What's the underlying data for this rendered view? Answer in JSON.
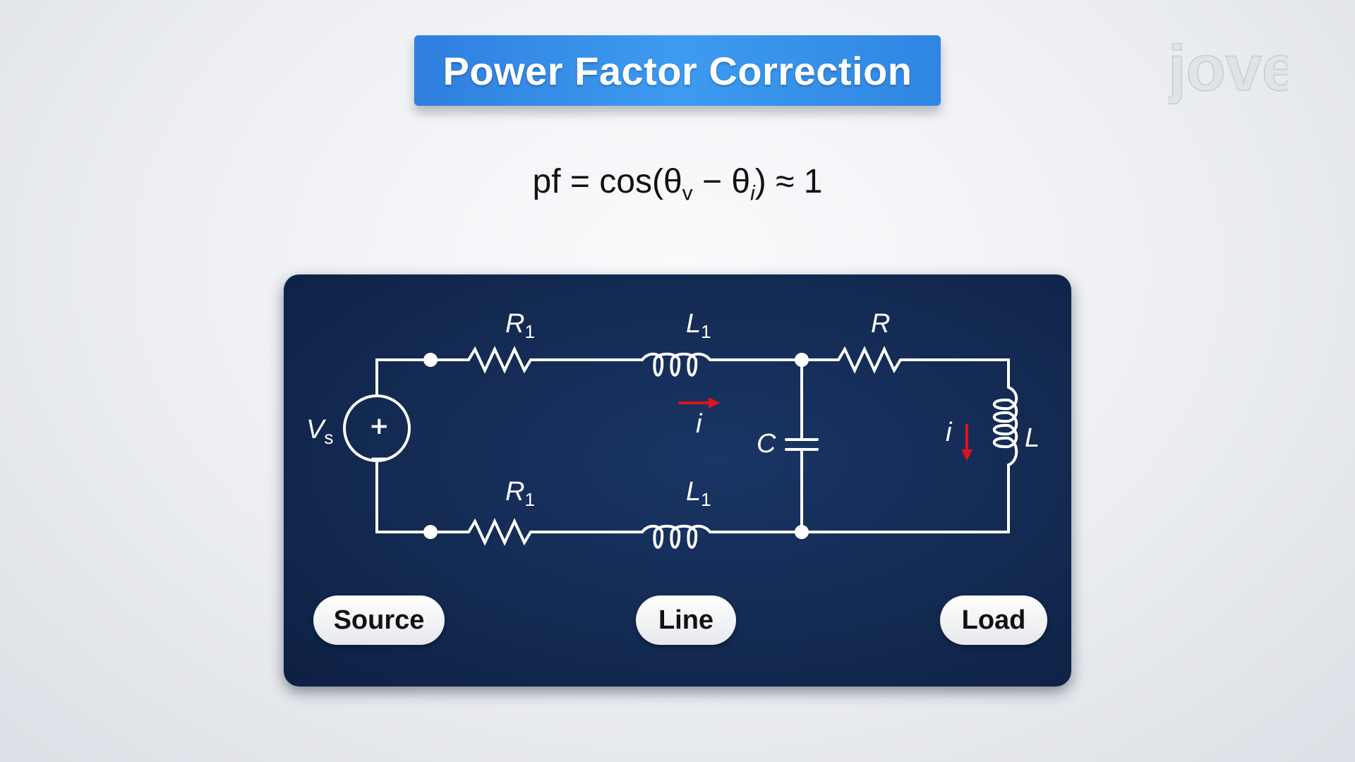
{
  "title": "Power Factor Correction",
  "logo": "jove",
  "formula": {
    "lhs": "pf = cos(",
    "theta": "θ",
    "sub_v": "v",
    "minus": " − ",
    "sub_i": "i",
    "rhs": ") ≈ 1"
  },
  "circuit": {
    "source_label": "V",
    "source_sub": "s",
    "plus": "+",
    "minus": "−",
    "r1_top": "R",
    "r1_top_sub": "1",
    "l1_top": "L",
    "l1_top_sub": "1",
    "r1_bottom": "R",
    "r1_bottom_sub": "1",
    "l1_bottom": "L",
    "l1_bottom_sub": "1",
    "r_load": "R",
    "capacitor": "C",
    "inductor_load": "L",
    "current_line": "i",
    "current_load": "i",
    "colors": {
      "wire": "#ffffff",
      "current_arrow": "#e0121a"
    }
  },
  "sections": {
    "source": "Source",
    "line": "Line",
    "load": "Load"
  }
}
